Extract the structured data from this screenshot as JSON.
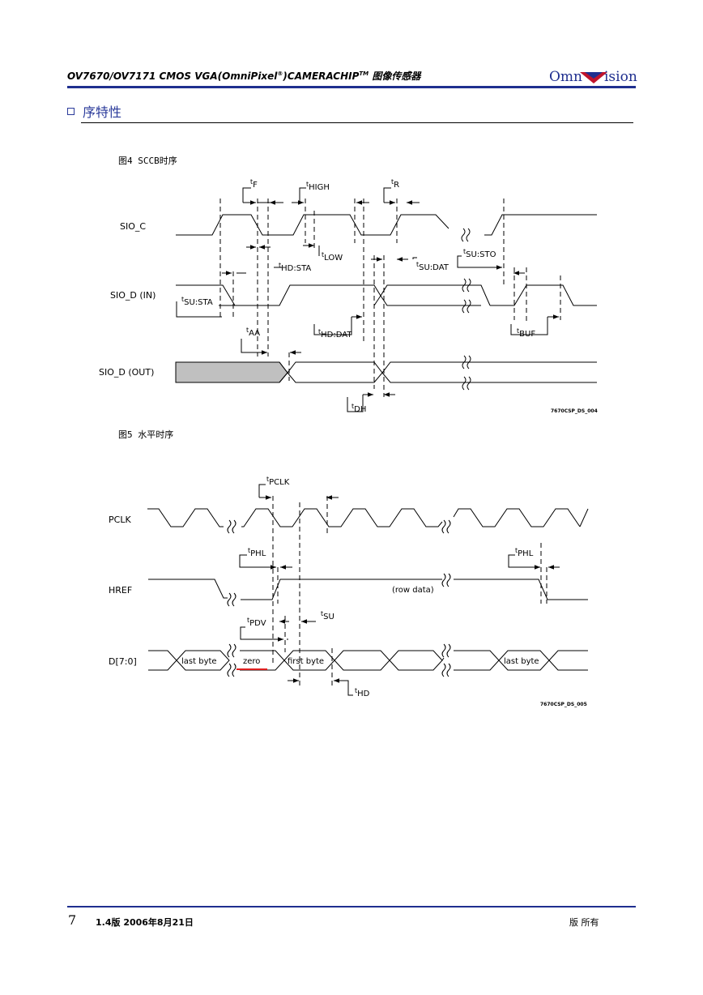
{
  "header": {
    "title": "OV7670/OV7171 CMOS VGA(OmniPixel",
    "title_reg": "®",
    "title_mid": ")CAMERACHIP",
    "title_tm": "TM",
    "title_end": " 图像传感器",
    "logo_left": "Omn",
    "logo_right": "ision"
  },
  "section": {
    "heading": "序特性"
  },
  "figure4": {
    "caption": "图4 SCCB时序",
    "code": "7670CSP_DS_004",
    "signals": {
      "sio_c": "SIO_C",
      "sio_d_in": "SIO_D (IN)",
      "sio_d_out": "SIO_D (OUT)"
    },
    "timing": {
      "tf": "t",
      "tf_sub": "F",
      "thigh": "t",
      "thigh_sub": "HIGH",
      "tr": "t",
      "tr_sub": "R",
      "tsusto": "t",
      "tsusto_sub": "SU:STO",
      "tlow": "t",
      "tlow_sub": "LOW",
      "thdsta": "t",
      "thdsta_sub": "HD:STA",
      "tsudat": "t",
      "tsudat_sub": "SU:DAT",
      "tsusta": "t",
      "tsusta_sub": "SU:STA",
      "taa": "t",
      "taa_sub": "AA",
      "thddat": "t",
      "thddat_sub": "HD:DAT",
      "tbuf": "t",
      "tbuf_sub": "BUF",
      "tdh": "t",
      "tdh_sub": "DH"
    }
  },
  "figure5": {
    "caption": "图5 水平时序",
    "code": "7670CSP_DS_005",
    "signals": {
      "pclk": "PCLK",
      "href": "HREF",
      "data": "D[7:0]"
    },
    "timing": {
      "tpclk": "t",
      "tpclk_sub": "PCLK",
      "tphl1": "t",
      "tphl1_sub": "PHL",
      "tphl2": "t",
      "tphl2_sub": "PHL",
      "tpdv": "t",
      "tpdv_sub": "PDV",
      "tsu": "t",
      "tsu_sub": "SU",
      "thd": "t",
      "thd_sub": "HD"
    },
    "row_data": "(row data)",
    "bytes": {
      "last1": "last byte",
      "zero": "zero",
      "first": "first byte",
      "last2": "last byte"
    }
  },
  "footer": {
    "page": "7",
    "version": "1.4版 2006年8月21日",
    "rights": "版 所有"
  },
  "colors": {
    "brand_blue": "#1f2f8f",
    "highlight_red": "#e02020",
    "shade": "#c0c0c0"
  }
}
